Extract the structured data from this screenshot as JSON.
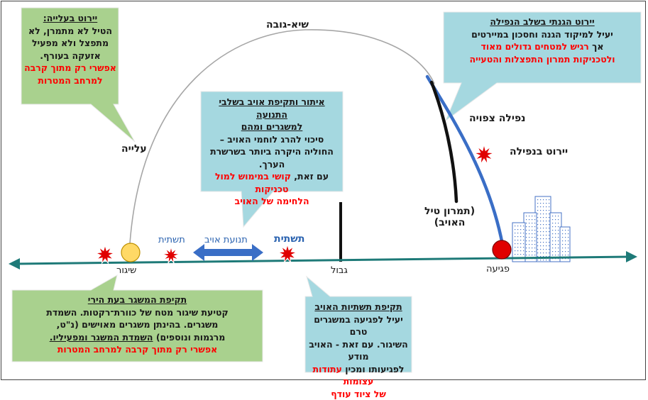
{
  "colors": {
    "green_box": "#a9d18e",
    "blue_box": "#a5d8e0",
    "teal_axis": "#1e7a78",
    "arc_gray": "#a0a0a0",
    "fall_blue": "#3a6ec6",
    "burst_red": "#e00000",
    "arrow_blue": "#3a6ec6"
  },
  "labels": {
    "apogee": "שיא-גובה",
    "ascent": "עלייה",
    "expected_fall": "נפילה צפויה",
    "intercept_in_fall": "יירוט בנפילה",
    "missile_maneuver_line1": "(תמרון טיל",
    "missile_maneuver_line2": "האויב)",
    "launch": "שיגור",
    "border": "גבול",
    "impact": "פגיעה",
    "infra_left": "תשתית",
    "enemy_movement": "תנועת אויב",
    "infra_right": "תשתית"
  },
  "callouts": {
    "ascent_intercept": {
      "title": "יירוט בעלייה:",
      "lines": [
        "הטיל לא מתמרן, לא",
        "מתפצל ולא מפעיל",
        "אזעקה בעורף."
      ],
      "red_lines": [
        "אפשרי רק מתוך קרבה",
        "למרחב המטרות"
      ]
    },
    "defensive_intercept": {
      "title": "יירוט הגנתי בשלב הנפילה",
      "lines": [
        "יעיל למיקוד הגנה וחסכון במיירטים"
      ],
      "mixed_prefix": "אך ",
      "mixed_red": "רגיש למטחים גדולים מאוד",
      "red_lines": [
        "ולטכניקות תמרון התפצלות והטעייה"
      ]
    },
    "locate_attack": {
      "title_line1": "איתור ותקיפת אויב בשלבי התנועה",
      "title_line2": "למשגרים ומהם",
      "lines": [
        "סיכוי להרג לוחמי האויב –",
        "החוליה היקרה ביותר בשרשרת הערך.",
        "עם זאת,"
      ],
      "red_inline": " קושי במימוש למול טכניקות",
      "red_lines": [
        "הלחימה של האויב"
      ]
    },
    "launcher_attack": {
      "title": "תקיפת המשגר בעת הירי",
      "lines": [
        "קטיעת שיגור מטח של כוורת־רקטות. השמדת",
        "משגרים. בהינתן משגרים מאוישים (נ\"ט,"
      ],
      "mixed_prefix": "מרגמות ונוספים) ",
      "mixed_underline": "השמדת המשגר ומפעיליו.",
      "red_lines": [
        "אפשרי רק מתוך קרבה למרחב המטרות"
      ]
    },
    "infra_attack": {
      "title": "תקיפת תשתיות האויב",
      "lines": [
        "יעיל לפגיעה במשגרים טרם",
        "השיגור. עם זאת - האויב מודע"
      ],
      "mixed_prefix": "לפגיעותו ומכין ",
      "mixed_red": "עתודות עצומות",
      "red_lines": [
        "של ציוד עודף"
      ]
    }
  }
}
